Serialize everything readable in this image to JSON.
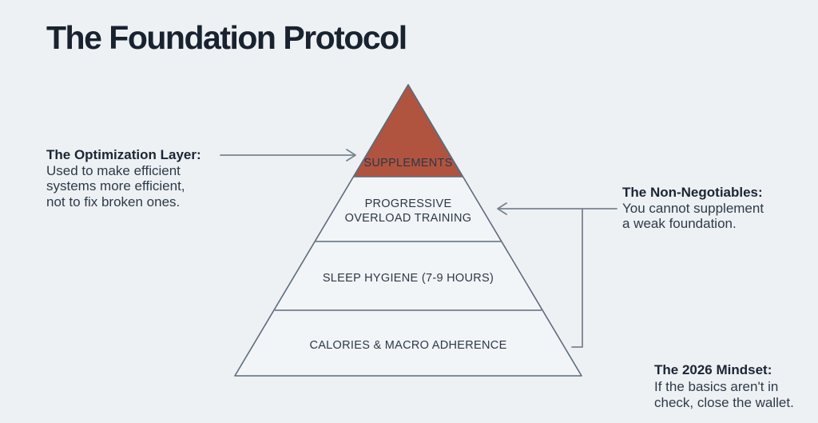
{
  "title": "The Foundation Protocol",
  "pyramid": {
    "layers": [
      {
        "label": "SUPPLEMENTS",
        "color": "#b0543f"
      },
      {
        "label": "PROGRESSIVE\nOVERLOAD TRAINING"
      },
      {
        "label": "SLEEP HYGIENE (7-9 HOURS)"
      },
      {
        "label": "CALORIES & MACRO ADHERENCE"
      }
    ]
  },
  "annotations": {
    "optimization": {
      "heading": "The Optimization Layer:",
      "body": "Used to make efficient\nsystems more efficient,\nnot to fix broken ones."
    },
    "non_negotiables": {
      "heading": "The Non-Negotiables:",
      "body": "You cannot supplement\na weak foundation."
    },
    "mindset": {
      "heading": "The 2026 Mindset:",
      "body": "If the basics aren't in\ncheck, close the wallet."
    }
  },
  "colors": {
    "background": "#edf1f4",
    "pyramid_fill": "#f2f5f7",
    "pyramid_outline": "#5d6b7d",
    "accent_red": "#b0543f",
    "arrow": "#78848f",
    "title_text": "#19222f",
    "body_text": "#2e3a49"
  }
}
